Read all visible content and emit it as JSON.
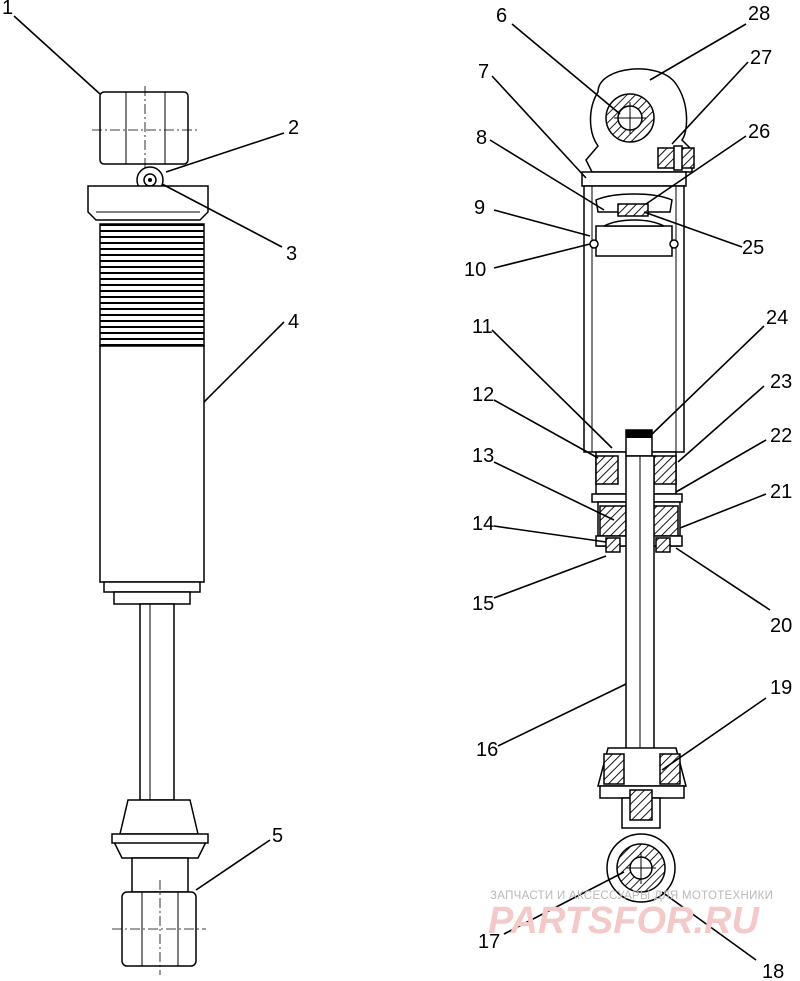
{
  "callouts": [
    "1",
    "2",
    "3",
    "4",
    "5",
    "6",
    "7",
    "8",
    "9",
    "10",
    "11",
    "12",
    "13",
    "14",
    "15",
    "16",
    "17",
    "18",
    "19",
    "20",
    "21",
    "22",
    "23",
    "24",
    "25",
    "26",
    "27",
    "28"
  ],
  "watermark": {
    "tagline": "ЗАПЧАСТИ И АКСЕССУАРЫ ДЛЯ МОТОТЕХНИКИ",
    "logo": "PARTSFOR.RU"
  }
}
